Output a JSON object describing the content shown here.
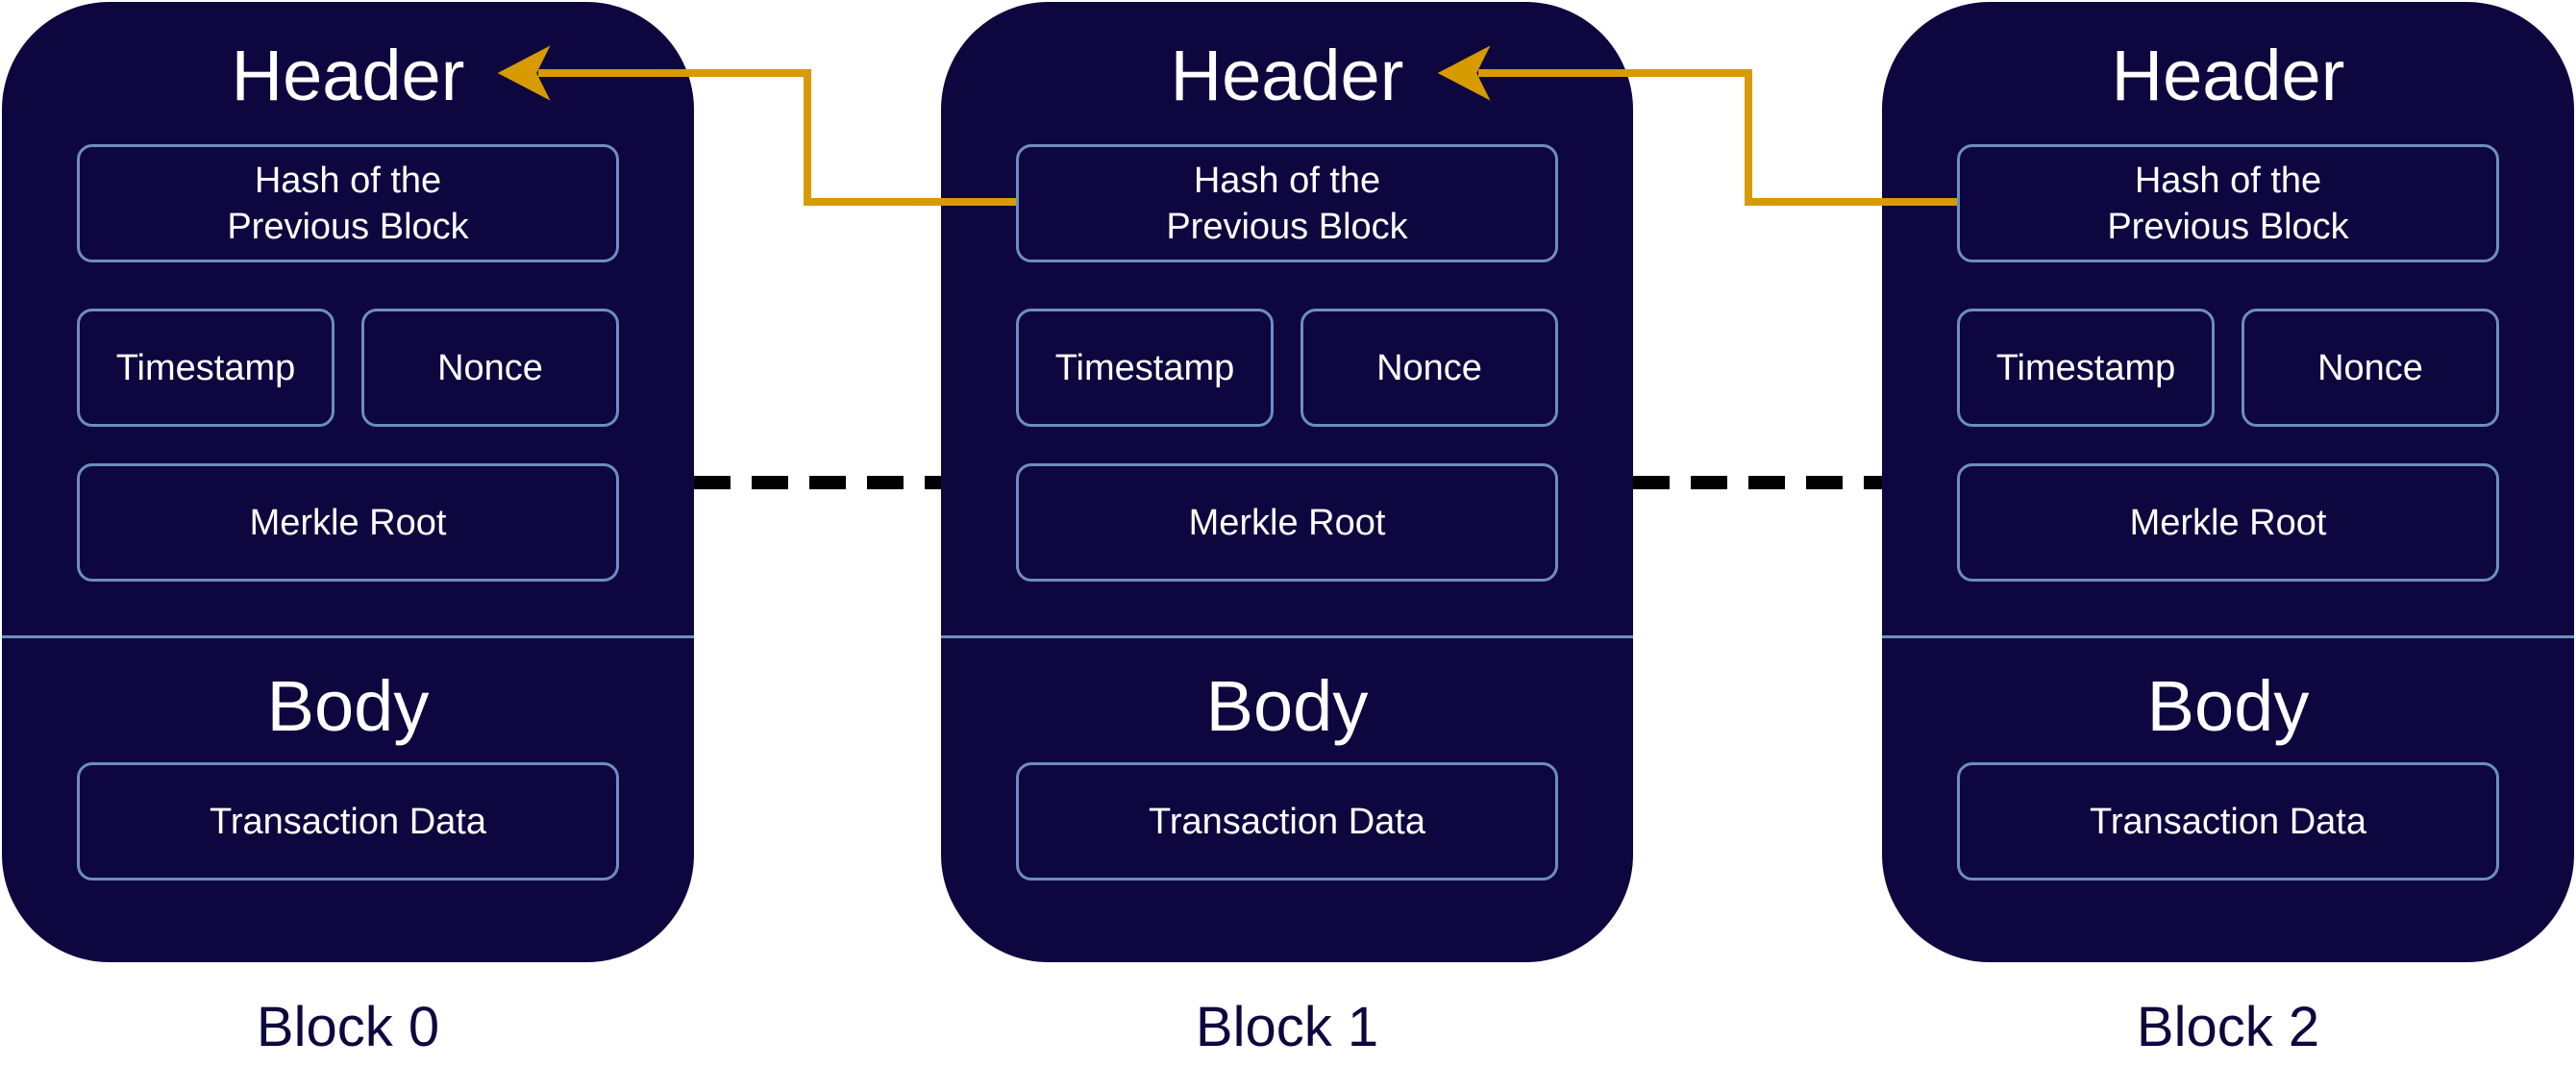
{
  "colors": {
    "block_fill": "#0e063f",
    "field_border": "#6c8ebf",
    "hash_link": "#d79b00",
    "chain_link": "#000000",
    "text_on_block": "#ffffff",
    "label_text": "#0e063f"
  },
  "blocks": [
    {
      "label": "Block 0",
      "header_title": "Header",
      "hash_field": "Hash of the\nPrevious Block",
      "timestamp_field": "Timestamp",
      "nonce_field": "Nonce",
      "merkle_field": "Merkle Root",
      "body_title": "Body",
      "transaction_field": "Transaction Data"
    },
    {
      "label": "Block 1",
      "header_title": "Header",
      "hash_field": "Hash of the\nPrevious Block",
      "timestamp_field": "Timestamp",
      "nonce_field": "Nonce",
      "merkle_field": "Merkle Root",
      "body_title": "Body",
      "transaction_field": "Transaction Data"
    },
    {
      "label": "Block 2",
      "header_title": "Header",
      "hash_field": "Hash of the\nPrevious Block",
      "timestamp_field": "Timestamp",
      "nonce_field": "Nonce",
      "merkle_field": "Merkle Root",
      "body_title": "Body",
      "transaction_field": "Transaction Data"
    }
  ],
  "connections": [
    {
      "from": "Block 1 hash of the previous block",
      "to": "Block 0 header",
      "style": "solid-arrow"
    },
    {
      "from": "Block 2 hash of the previous block",
      "to": "Block 1 header",
      "style": "solid-arrow"
    },
    {
      "from": "Block 0",
      "to": "Block 1",
      "style": "dashed"
    },
    {
      "from": "Block 1",
      "to": "Block 2",
      "style": "dashed"
    }
  ]
}
